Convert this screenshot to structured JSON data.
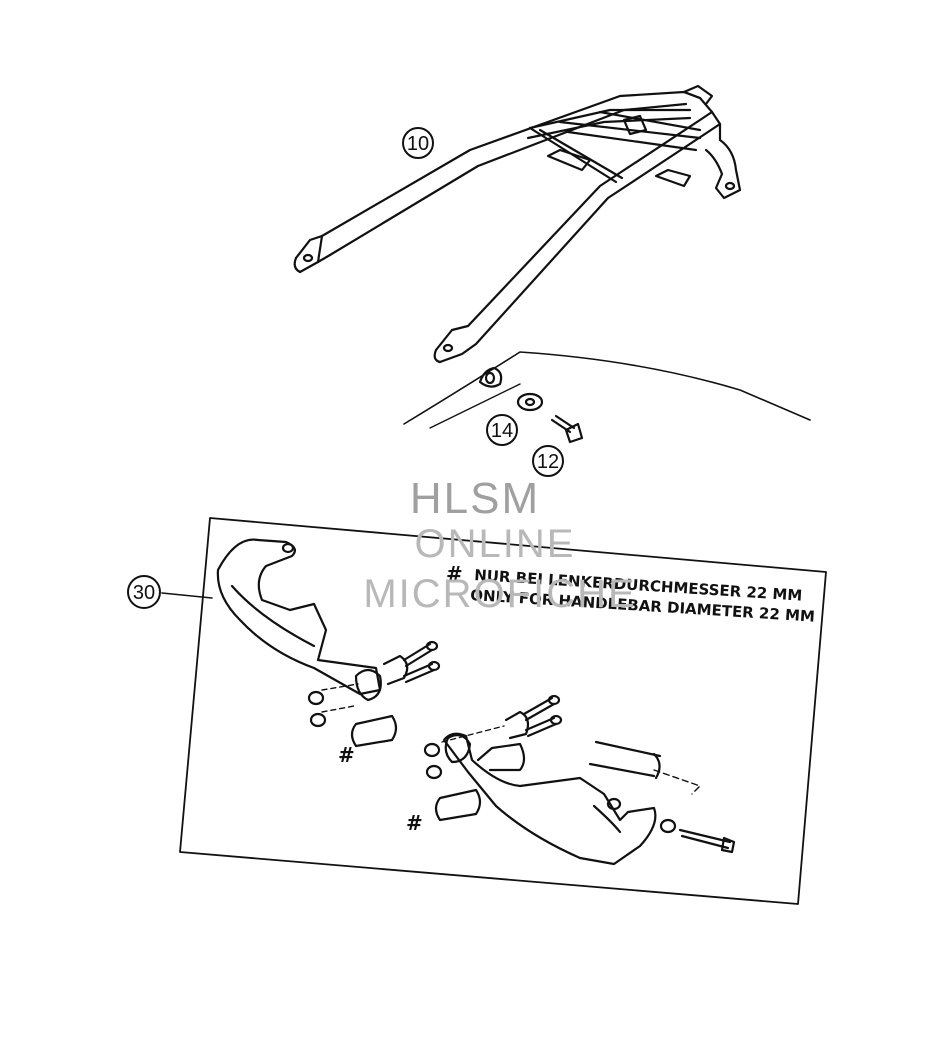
{
  "callouts": {
    "c10": "10",
    "c14": "14",
    "c12": "12",
    "c30": "30"
  },
  "note": {
    "marker": "#",
    "line_de": "NUR BEI LENKERDURCHMESSER 22 MM",
    "line_en": "ONLY FOR HANDLEBAR DIAMETER 22 MM"
  },
  "hash_marks": [
    "#",
    "#"
  ],
  "watermark": {
    "line1": "HLSM",
    "line2": "ONLINE",
    "line3": "MICROFICHE"
  }
}
